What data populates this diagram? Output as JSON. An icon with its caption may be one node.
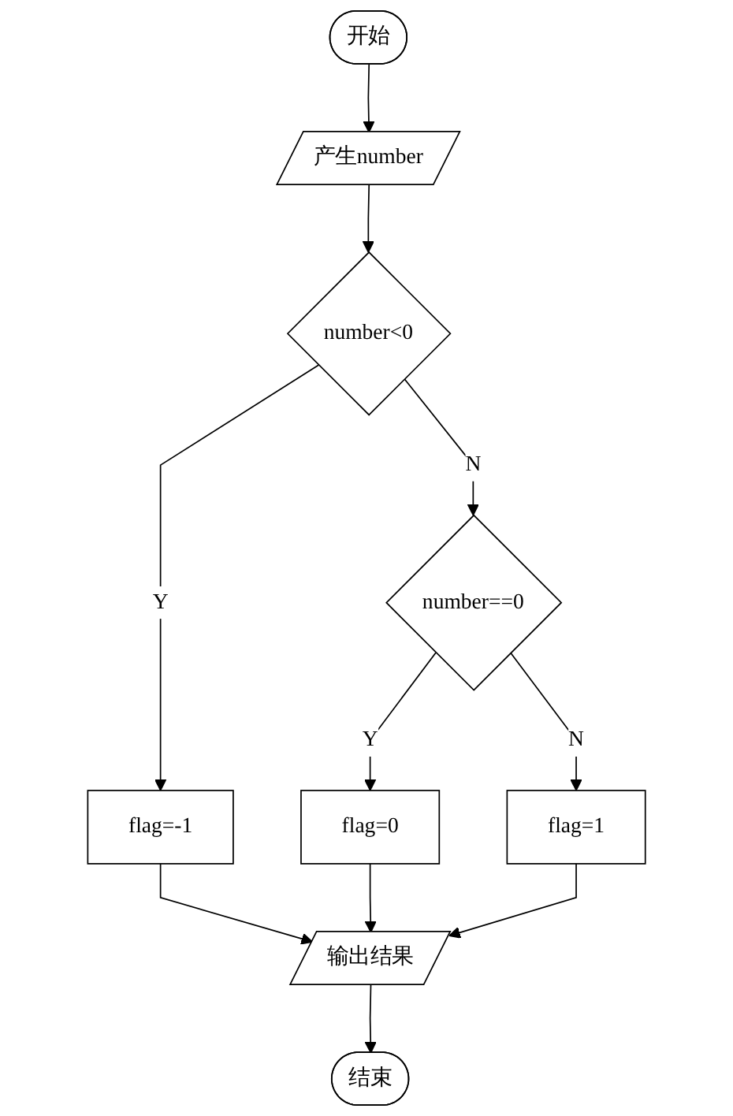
{
  "diagram": {
    "nodes": [
      {
        "text": [
          "开始"
        ]
      },
      {
        "text": [
          "产生number"
        ]
      },
      {
        "text": [
          "number<0"
        ]
      },
      {
        "text": [
          "flag=-1"
        ]
      },
      {
        "text": [
          "number==0"
        ]
      },
      {
        "text": [
          "flag=0"
        ]
      },
      {
        "text": [
          "flag=1"
        ]
      },
      {
        "text": [
          "输出结果"
        ]
      },
      {
        "text": [
          "结束"
        ]
      }
    ],
    "edges": [
      {
        "from": 0,
        "to": 1,
        "arrow": "to"
      },
      {
        "from": 1,
        "to": 2,
        "arrow": "to"
      },
      {
        "from": 2,
        "to": 3,
        "label": "Y",
        "arrow": "to"
      },
      {
        "from": 2,
        "to": 4,
        "label": "N",
        "arrow": "to"
      },
      {
        "from": 4,
        "to": 5,
        "label": "Y",
        "arrow": "to"
      },
      {
        "from": 4,
        "to": 6,
        "label": "N",
        "arrow": "to"
      },
      {
        "from": 3,
        "to": 7,
        "arrow": "to"
      },
      {
        "from": 5,
        "to": 7,
        "arrow": "to"
      },
      {
        "from": 6,
        "to": 7,
        "arrow": "to"
      },
      {
        "from": 7,
        "to": 8,
        "arrow": "to"
      }
    ]
  }
}
